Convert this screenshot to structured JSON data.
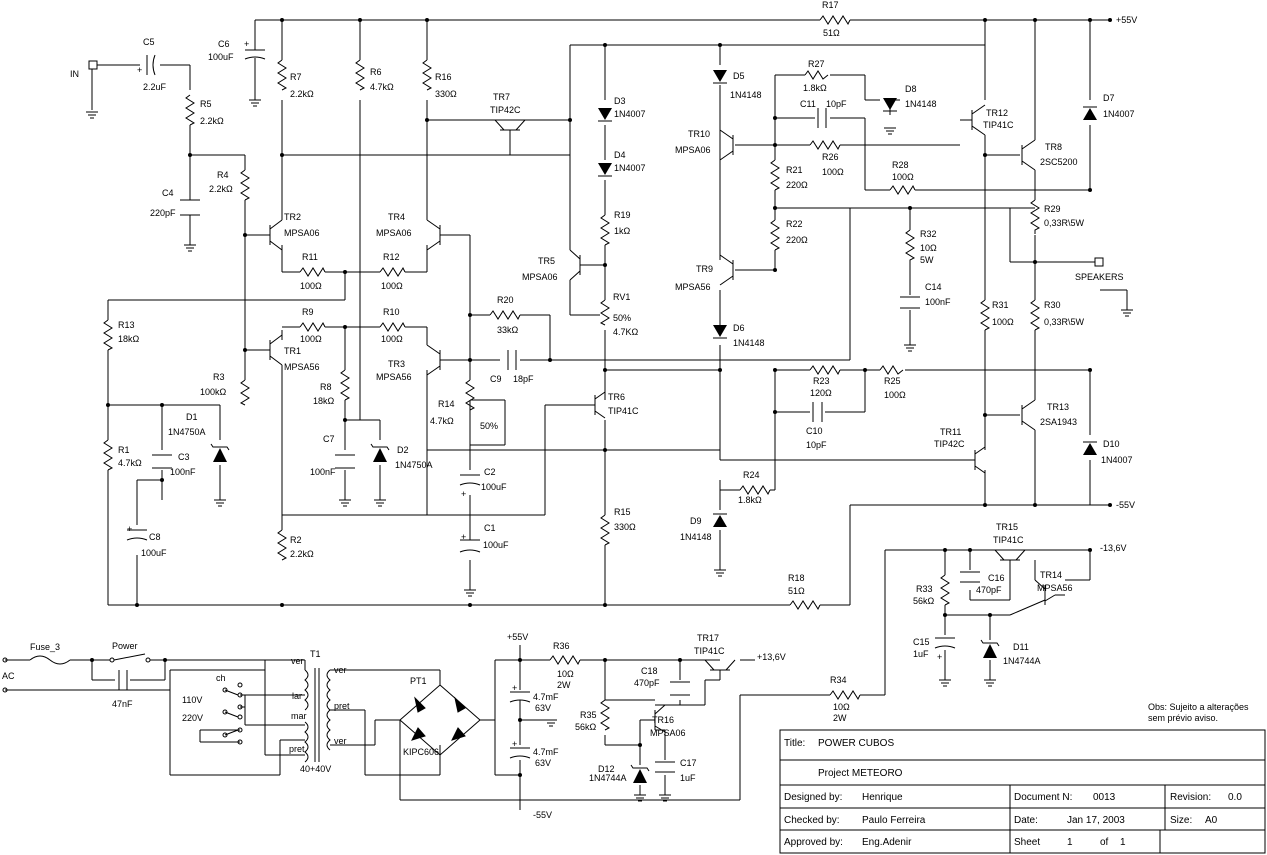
{
  "rails": {
    "pos55": "+55V",
    "neg55": "-55V",
    "neg136": "-13,6V",
    "pos136": "+13,6V",
    "ps_pos55": "+55V",
    "ps_neg55": "-55V"
  },
  "ports": {
    "input": "IN",
    "speakers": "SPEAKERS",
    "ac": "AC"
  },
  "components": [
    {
      "ref": "C5",
      "value": "2.2uF"
    },
    {
      "ref": "C6",
      "value": "100uF"
    },
    {
      "ref": "R7",
      "value": "2.2kΩ"
    },
    {
      "ref": "R6",
      "value": "4.7kΩ"
    },
    {
      "ref": "R16",
      "value": "330Ω"
    },
    {
      "ref": "TR7",
      "value": "TIP42C"
    },
    {
      "ref": "R17",
      "value": "51Ω"
    },
    {
      "ref": "R5",
      "value": "2.2kΩ"
    },
    {
      "ref": "C4",
      "value": "220pF"
    },
    {
      "ref": "R4",
      "value": "2.2kΩ"
    },
    {
      "ref": "TR2",
      "value": "MPSA06"
    },
    {
      "ref": "TR4",
      "value": "MPSA06"
    },
    {
      "ref": "R11",
      "value": "100Ω"
    },
    {
      "ref": "R12",
      "value": "100Ω"
    },
    {
      "ref": "R13",
      "value": "18kΩ"
    },
    {
      "ref": "R9",
      "value": "100Ω"
    },
    {
      "ref": "R10",
      "value": "100Ω"
    },
    {
      "ref": "TR1",
      "value": "MPSA56"
    },
    {
      "ref": "TR3",
      "value": "MPSA56"
    },
    {
      "ref": "R8",
      "value": "18kΩ"
    },
    {
      "ref": "R3",
      "value": "100kΩ"
    },
    {
      "ref": "D1",
      "value": "1N4750A"
    },
    {
      "ref": "R1",
      "value": "4.7kΩ"
    },
    {
      "ref": "C3",
      "value": "100nF"
    },
    {
      "ref": "C7",
      "value": "100nF"
    },
    {
      "ref": "D2",
      "value": "1N4750A"
    },
    {
      "ref": "C8",
      "value": "100uF"
    },
    {
      "ref": "R2",
      "value": "2.2kΩ"
    },
    {
      "ref": "R14",
      "value": "4.7kΩ"
    },
    {
      "ref": "R14_pos",
      "value": "50%"
    },
    {
      "ref": "C2",
      "value": "100uF"
    },
    {
      "ref": "C1",
      "value": "100uF"
    },
    {
      "ref": "R20",
      "value": "33kΩ"
    },
    {
      "ref": "C9",
      "value": "18pF"
    },
    {
      "ref": "D3",
      "value": "1N4007"
    },
    {
      "ref": "D4",
      "value": "1N4007"
    },
    {
      "ref": "R19",
      "value": "1kΩ"
    },
    {
      "ref": "TR5",
      "value": "MPSA06"
    },
    {
      "ref": "RV1",
      "value": "4.7KΩ"
    },
    {
      "ref": "RV1_pos",
      "value": "50%"
    },
    {
      "ref": "TR6",
      "value": "TIP41C"
    },
    {
      "ref": "R15",
      "value": "330Ω"
    },
    {
      "ref": "R18",
      "value": "51Ω"
    },
    {
      "ref": "D5",
      "value": "1N4148"
    },
    {
      "ref": "R27",
      "value": "1.8kΩ"
    },
    {
      "ref": "D8",
      "value": "1N4148"
    },
    {
      "ref": "C11",
      "value": "10pF"
    },
    {
      "ref": "TR10",
      "value": "MPSA06"
    },
    {
      "ref": "R26",
      "value": "100Ω"
    },
    {
      "ref": "R21",
      "value": "220Ω"
    },
    {
      "ref": "R28",
      "value": "100Ω"
    },
    {
      "ref": "R22",
      "value": "220Ω"
    },
    {
      "ref": "TR9",
      "value": "MPSA56"
    },
    {
      "ref": "D6",
      "value": "1N4148"
    },
    {
      "ref": "R32",
      "value": "10Ω"
    },
    {
      "ref": "R32_w",
      "value": "5W"
    },
    {
      "ref": "C14",
      "value": "100nF"
    },
    {
      "ref": "R23",
      "value": "120Ω"
    },
    {
      "ref": "R25",
      "value": "100Ω"
    },
    {
      "ref": "C10",
      "value": "10pF"
    },
    {
      "ref": "R24",
      "value": "1.8kΩ"
    },
    {
      "ref": "D9",
      "value": "1N4148"
    },
    {
      "ref": "TR12",
      "value": "TIP41C"
    },
    {
      "ref": "TR8",
      "value": "2SC5200"
    },
    {
      "ref": "D7",
      "value": "1N4007"
    },
    {
      "ref": "R29",
      "value": "0,33R\\5W"
    },
    {
      "ref": "R31",
      "value": "100Ω"
    },
    {
      "ref": "R30",
      "value": "0,33R\\5W"
    },
    {
      "ref": "TR13",
      "value": "2SA1943"
    },
    {
      "ref": "TR11",
      "value": "TIP42C"
    },
    {
      "ref": "D10",
      "value": "1N4007"
    },
    {
      "ref": "TR15",
      "value": "TIP41C"
    },
    {
      "ref": "C16",
      "value": "470pF"
    },
    {
      "ref": "TR14",
      "value": "MPSA56"
    },
    {
      "ref": "R33",
      "value": "56kΩ"
    },
    {
      "ref": "C15",
      "value": "1uF"
    },
    {
      "ref": "D11",
      "value": "1N4744A"
    },
    {
      "ref": "R34",
      "value": "10Ω"
    },
    {
      "ref": "R34_w",
      "value": "2W"
    },
    {
      "ref": "Fuse_3",
      "value": ""
    },
    {
      "ref": "Power",
      "value": ""
    },
    {
      "ref": "ch",
      "value": ""
    },
    {
      "ref": "C_ac",
      "value": "47nF"
    },
    {
      "ref": "T1",
      "value": "40+40V"
    },
    {
      "ref": "PT1",
      "value": "KIPC606"
    },
    {
      "ref": "R36",
      "value": "10Ω"
    },
    {
      "ref": "R36_w",
      "value": "2W"
    },
    {
      "ref": "TR17",
      "value": "TIP41C"
    },
    {
      "ref": "C18",
      "value": "470pF"
    },
    {
      "ref": "R35",
      "value": "56kΩ"
    },
    {
      "ref": "TR16",
      "value": "MPSA06"
    },
    {
      "ref": "D12",
      "value": "1N4744A"
    },
    {
      "ref": "C17",
      "value": "1uF"
    },
    {
      "ref": "CPS1",
      "value": "4.7mF"
    },
    {
      "ref": "CPS1_v",
      "value": "63V"
    },
    {
      "ref": "CPS2",
      "value": "4.7mF"
    },
    {
      "ref": "CPS2_v",
      "value": "63V"
    }
  ],
  "mains": {
    "v110": "110V",
    "v220": "220V",
    "wires": [
      "ver",
      "lar",
      "mar",
      "pret",
      "ver",
      "pret",
      "ver"
    ]
  },
  "note": {
    "line1": "Obs: Sujeito a alterações",
    "line2": "sem prévio aviso."
  },
  "title_block": {
    "title_label": "Title:",
    "title_value": "POWER CUBOS",
    "project": "Project METEORO",
    "designed_label": "Designed by:",
    "designed_value": "Henrique",
    "doc_label": "Document N:",
    "doc_value": "0013",
    "revision_label": "Revision:",
    "revision_value": "0.0",
    "checked_label": "Checked by:",
    "checked_value": "Paulo Ferreira",
    "date_label": "Date:",
    "date_value": "Jan 17, 2003",
    "size_label": "Size:",
    "size_value": "A0",
    "approved_label": "Approved by:",
    "approved_value": "Eng.Adenir",
    "sheet_label": "Sheet",
    "sheet_value": "1",
    "of_label": "of",
    "of_value": "1"
  }
}
